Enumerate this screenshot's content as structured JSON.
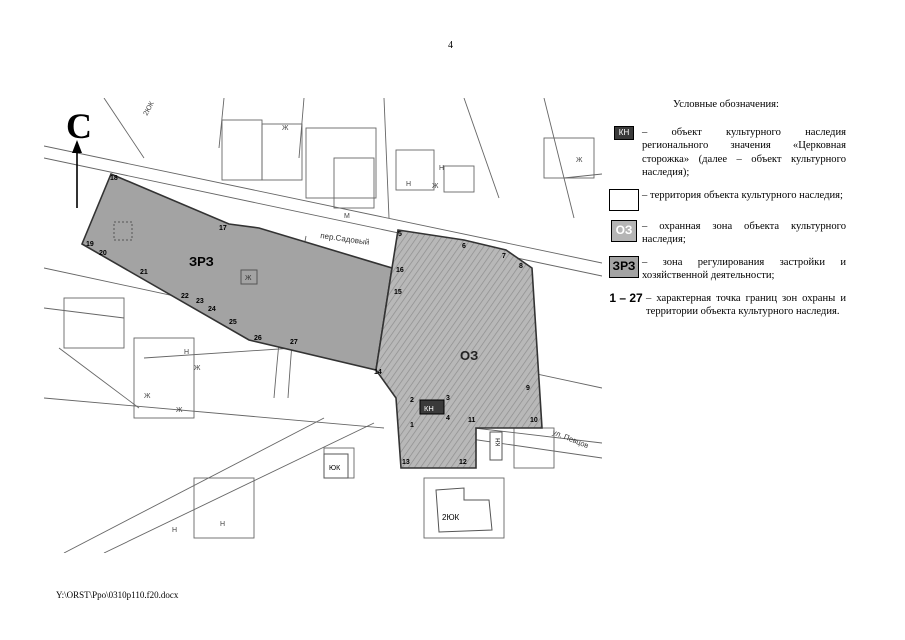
{
  "page_number": "4",
  "footer_path": "Y:\\ORST\\Ppo\\0310p110.f20.docx",
  "map": {
    "north_label": "С",
    "zones": {
      "zrz": "ЗРЗ",
      "oz": "ОЗ",
      "kn": "КН"
    },
    "streets": {
      "sadovy": "пер.Садовый",
      "ul": "ул. Певцов"
    },
    "building_labels": {
      "b2yuk_top": "2ЮК",
      "b2yuk_bottom": "2ЮК",
      "byuk": "ЮК",
      "bkn": "КН",
      "zh": "Ж",
      "n": "Н",
      "m": "М"
    },
    "points": [
      "1",
      "2",
      "3",
      "4",
      "5",
      "6",
      "7",
      "8",
      "9",
      "10",
      "11",
      "12",
      "13",
      "14",
      "15",
      "16",
      "17",
      "18",
      "19",
      "20",
      "21",
      "22",
      "23",
      "24",
      "25",
      "26",
      "27"
    ]
  },
  "legend": {
    "title": "Условные обозначения:",
    "items": [
      {
        "symbol": "КН",
        "text": "– объект культурного наследия регионального значения «Церковная сторожка» (далее – объект культурного наследия);"
      },
      {
        "symbol": "",
        "text": "– территория объекта культурного наследия;"
      },
      {
        "symbol": "ОЗ",
        "text": "– охранная зона объекта культурного наследия;"
      },
      {
        "symbol": "ЗРЗ",
        "text": "– зона регулирования застройки и хозяйственной деятельности;"
      },
      {
        "symbol": "1 – 27",
        "text": "– характерная точка границ зон охраны и территории объекта культурного наследия."
      }
    ]
  },
  "colors": {
    "zrz_fill": "#a3a3a3",
    "oz_fill": "#b5b5b5",
    "kn_fill": "#3a3a3a",
    "line": "#555555"
  }
}
